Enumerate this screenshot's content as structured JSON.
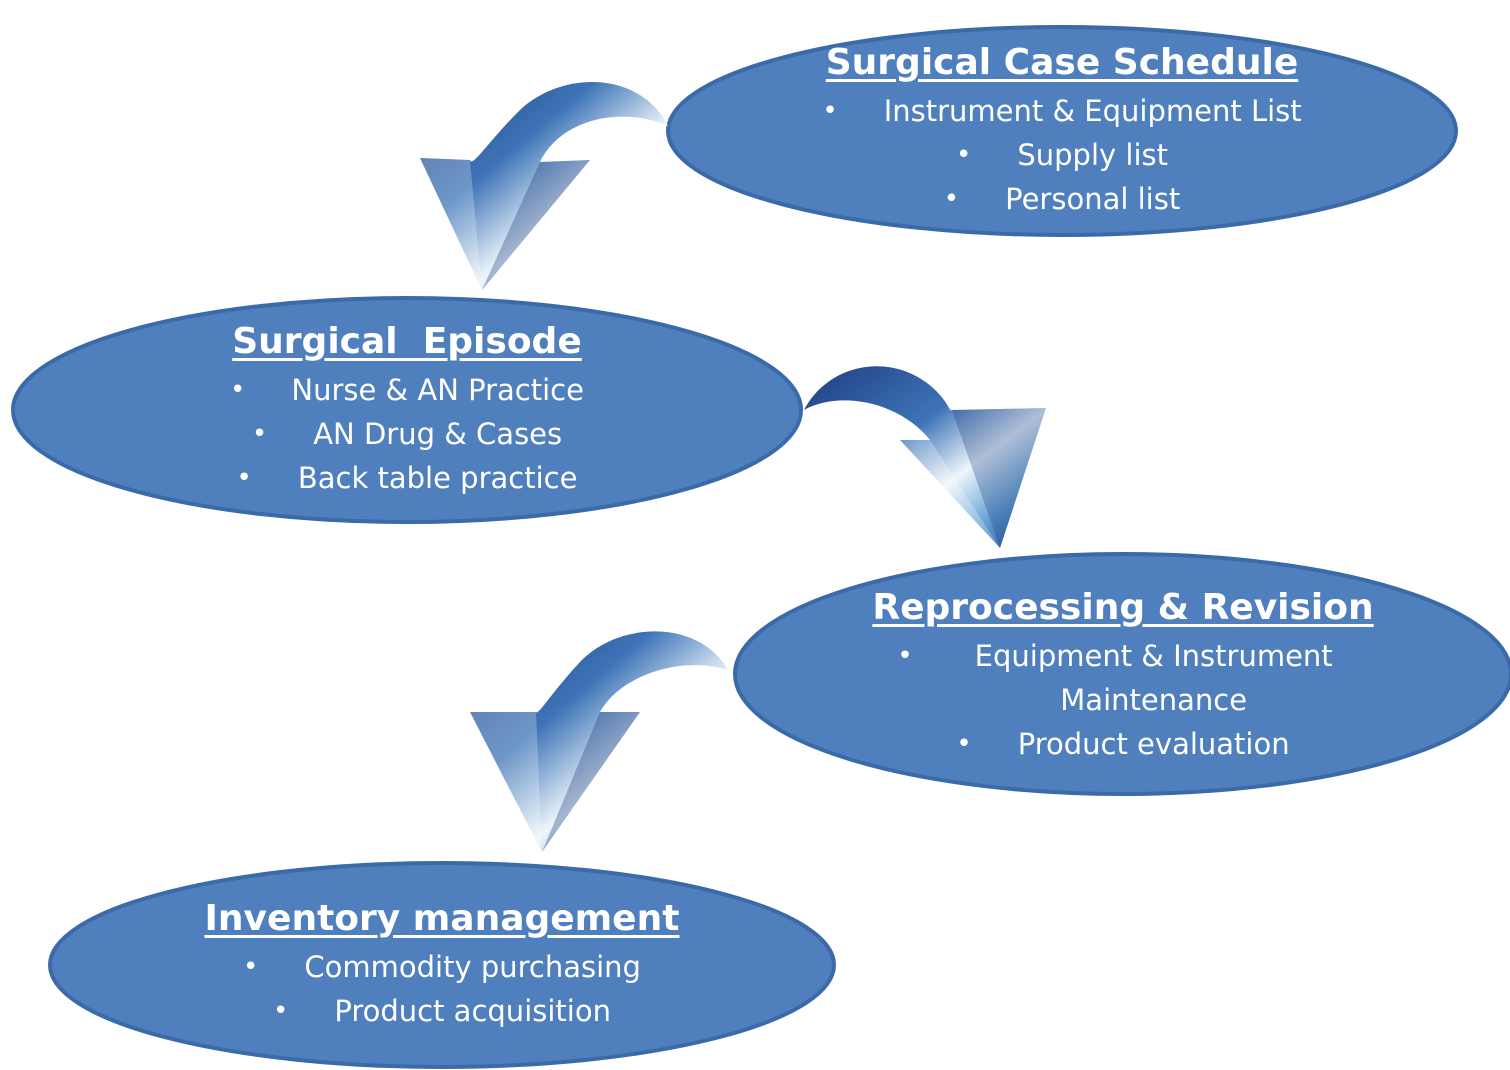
{
  "colors": {
    "node_fill": "#4f7fbd",
    "node_stroke": "#3a6aa8",
    "text": "#ffffff",
    "arrow_dark": "#1f3e80",
    "arrow_light": "#eef6fb"
  },
  "nodes": [
    {
      "title": "Surgical Case Schedule",
      "items": [
        "Instrument & Equipment List",
        "Supply list",
        "Personal list"
      ]
    },
    {
      "title": "Surgical  Episode",
      "items": [
        "Nurse & AN Practice",
        "AN Drug & Cases",
        "Back table practice"
      ]
    },
    {
      "title": "Reprocessing & Revision",
      "items": [
        "Equipment & Instrument Maintenance",
        "Product evaluation"
      ]
    },
    {
      "title": "Inventory management",
      "items": [
        "Commodity purchasing",
        "Product acquisition"
      ]
    }
  ],
  "arrow_icon": "curved-down-arrow-icon",
  "bullet_glyph": "•"
}
